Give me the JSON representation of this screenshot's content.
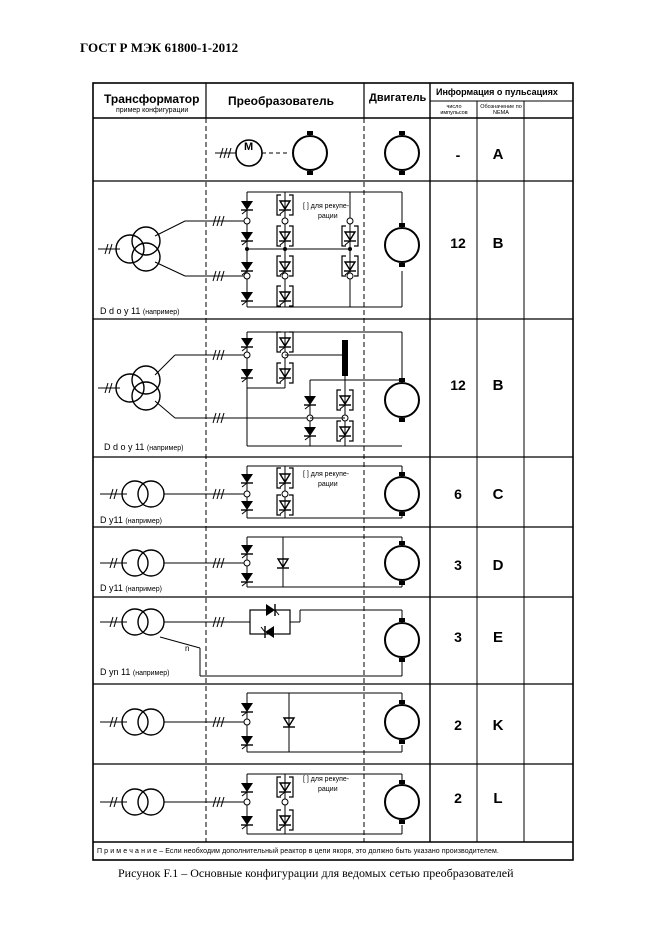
{
  "document": {
    "header": "ГОСТ Р МЭК 61800-1-2012",
    "caption": "Рисунок F.1 – Основные конфигурации для ведомых сетью преобразователей",
    "note": "П р и м е ч а н и е  – Если необходим дополнительный реактор в цепи якоря, это должно быть указано производителем."
  },
  "table": {
    "headers": {
      "transformer": "Трансформатор",
      "transformer_sub": "пример конфигурации",
      "converter": "Преобразователь",
      "motor": "Двигатель",
      "ripple_info": "Информация о пульсациях",
      "pulse_count": "число импульсов",
      "nema": "Обозначение по NEMA"
    },
    "regen_label_1": "[ ] для рекупе-",
    "regen_label_2": "рации",
    "motor_symbol": "M",
    "rows": [
      {
        "config": "",
        "config_note": "",
        "pulses": "-",
        "nema": "A"
      },
      {
        "config": "D d o y 11",
        "config_note": "(например)",
        "pulses": "12",
        "nema": "B"
      },
      {
        "config": "D d o y 11",
        "config_note": "(например)",
        "pulses": "12",
        "nema": "B"
      },
      {
        "config": "D y11",
        "config_note": "(например)",
        "pulses": "6",
        "nema": "C"
      },
      {
        "config": "D y11",
        "config_note": "(например)",
        "pulses": "3",
        "nema": "D"
      },
      {
        "config": "D yn 11",
        "config_note": "(например)",
        "pulses": "3",
        "nema": "E",
        "neutral": "n"
      },
      {
        "config": "",
        "config_note": "",
        "pulses": "2",
        "nema": "K"
      },
      {
        "config": "",
        "config_note": "",
        "pulses": "2",
        "nema": "L"
      }
    ]
  }
}
